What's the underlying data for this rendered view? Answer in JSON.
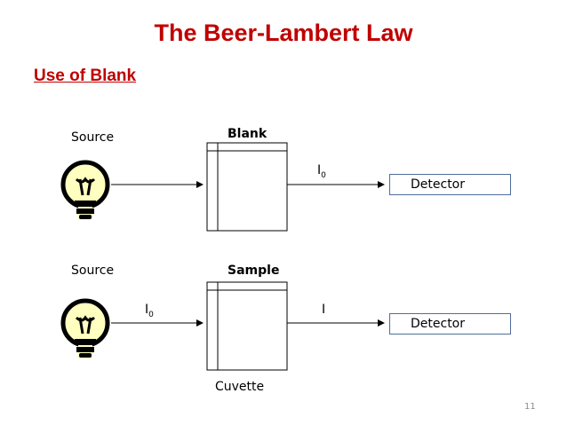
{
  "slide": {
    "title": "The Beer-Lambert Law",
    "subtitle": "Use of Blank",
    "page_number": "11"
  },
  "top_row": {
    "source_label": "Source",
    "cuvette_label": "Blank",
    "out_beam_label": "I",
    "out_beam_sub": "0",
    "detector_label": "Detector"
  },
  "bottom_row": {
    "source_label": "Source",
    "cuvette_label": "Sample",
    "in_beam_label": "I",
    "in_beam_sub": "0",
    "out_beam_label": "I",
    "detector_label": "Detector",
    "cuvette_caption": "Cuvette"
  },
  "colors": {
    "title": "#c00000",
    "bulb_fill": "#ffffc0",
    "detector_border": "#4f6d9a"
  },
  "icons": [
    "light-bulb-icon",
    "light-bulb-icon"
  ]
}
